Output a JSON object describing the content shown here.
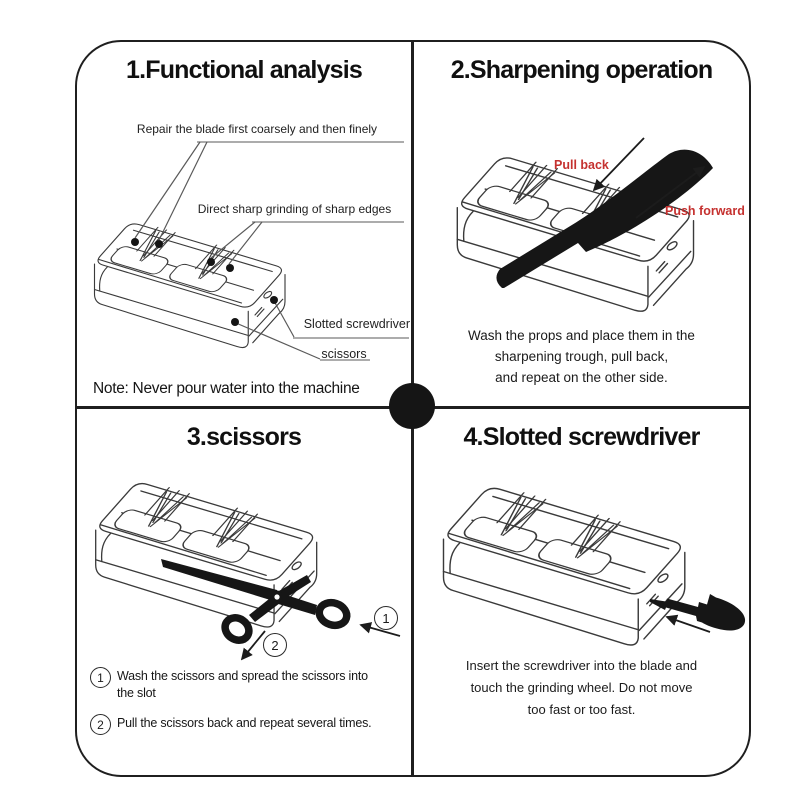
{
  "colors": {
    "ink": "#1c1c1c",
    "accent_red": "#c5312f",
    "background": "#ffffff"
  },
  "panel1": {
    "title": "1.Functional analysis",
    "callout_repair": "Repair the blade first coarsely and then finely",
    "callout_direct": "Direct sharp grinding of sharp edges",
    "callout_screwdriver": "Slotted screwdriver",
    "callout_scissors": "scissors",
    "note": "Note: Never pour water into the machine"
  },
  "panel2": {
    "title": "2.Sharpening operation",
    "pull_back": "Pull back",
    "push_forward": "Push forward",
    "description_lines": [
      "Wash the props and place them in the",
      "sharpening trough, pull back,",
      "and repeat on the other side."
    ]
  },
  "panel3": {
    "title": "3.scissors",
    "steps": [
      {
        "num": "1",
        "text": "Wash the scissors and spread the scissors into the slot"
      },
      {
        "num": "2",
        "text": "Pull the scissors back and repeat several times."
      }
    ]
  },
  "panel4": {
    "title": "4.Slotted screwdriver",
    "description_lines": [
      "Insert the screwdriver into the blade and",
      "touch the grinding wheel. Do not move",
      "too fast or too fast."
    ]
  }
}
